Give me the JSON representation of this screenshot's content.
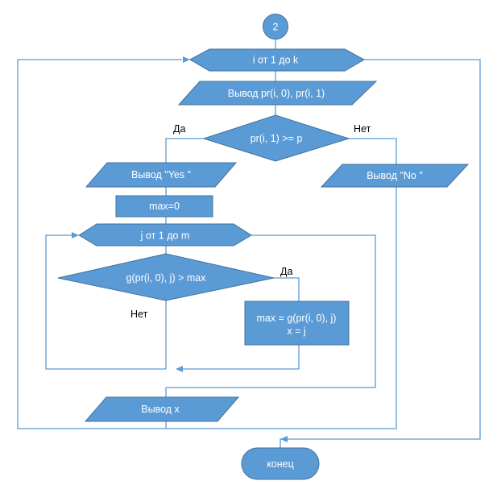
{
  "connector_start": "2",
  "loop_i": "i  от  1 до k",
  "output_pr": "Вывод  pr(i, 0), pr(i, 1)",
  "decision_pr": "pr(i, 1) >= p",
  "decision_pr_yes": "Да",
  "decision_pr_no": "Нет",
  "output_yes": "Вывод \"Yes \"",
  "output_no": "Вывод \"No \"",
  "assign_max": "max=0",
  "loop_j": "j от  1 до m",
  "decision_g": "g(pr(i, 0), j) > max",
  "decision_g_yes": "Да",
  "decision_g_no": "Нет",
  "assign_line1": "max = g(pr(i, 0), j)",
  "assign_line2": "x = j",
  "output_x": "Вывод x",
  "end": "конец"
}
